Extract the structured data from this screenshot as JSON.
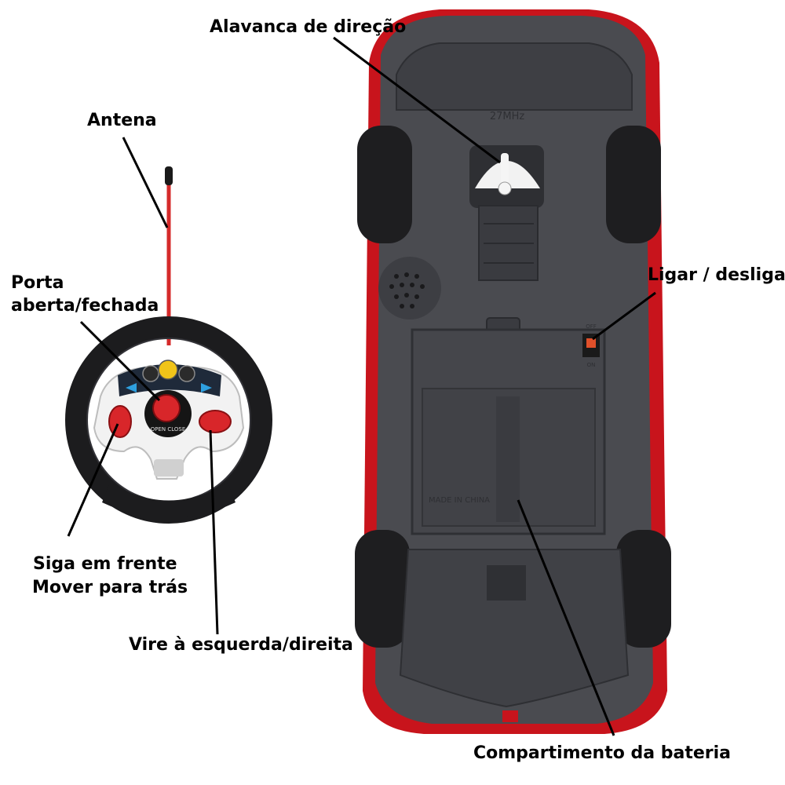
{
  "labels": {
    "direction_lever": "Alavanca de direção",
    "antenna": "Antena",
    "door_line1": "Porta",
    "door_line2": "aberta/fechada",
    "power": "Ligar / desligar",
    "forward": "Siga em frente",
    "backward": "Mover para trás",
    "turn": "Vire à esquerda/direita",
    "battery": "Compartimento da bateria"
  },
  "car_markings": {
    "frequency": "27MHz",
    "made_in": "MADE IN CHINA",
    "switch_off": "OFF",
    "switch_on": "ON"
  },
  "controller_markings": {
    "door_button": "OPEN CLOSE"
  },
  "colors": {
    "car_body_red": "#c8141c",
    "chassis_dark": "#4a4b50",
    "tire_black": "#1e1e20",
    "controller_wheel": "#1c1c1e",
    "controller_hub": "#f2f2f2",
    "button_red": "#d8262a",
    "antenna_red": "#d52a2a"
  }
}
